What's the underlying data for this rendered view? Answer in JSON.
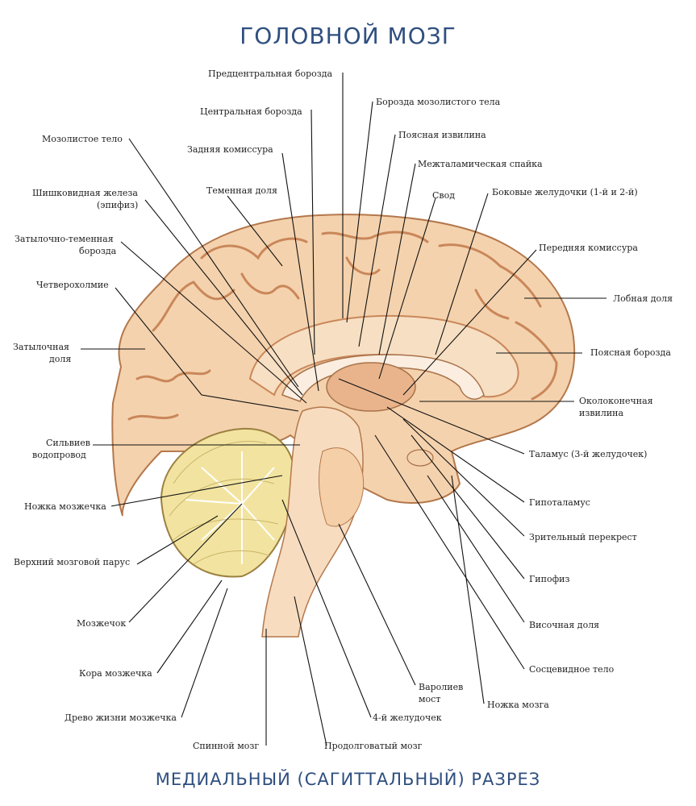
{
  "title": "ГОЛОВНОЙ МОЗГ",
  "subtitle": "МЕДИАЛЬНЫЙ (САГИТТАЛЬНЫЙ) РАЗРЕЗ",
  "colors": {
    "heading": "#2f4f7f",
    "cortex": "#f4d2ad",
    "cortex_dark": "#d59a6a",
    "cerebellum": "#f2e4a0",
    "cerebellum_lines": "#c9b46a",
    "brainstem": "#f7dcc0"
  },
  "labels": {
    "precentral_sulcus": "Предцентральная борозда",
    "central_sulcus": "Центральная борозда",
    "corpus_callosum_sulcus": "Борозда мозолистого тела",
    "cingulate_gyrus": "Поясная извилина",
    "corpus_callosum": "Мозолистое тело",
    "posterior_commissure": "Задняя комиссура",
    "interthalamic_adhesion": "Межталамическая спайка",
    "fornix": "Свод",
    "pineal_gland_1": "Шишковидная железа",
    "pineal_gland_2": "(эпифиз)",
    "parietal_lobe": "Теменная доля",
    "lateral_ventricles": "Боковые желудочки (1-й и 2-й)",
    "parieto_occipital_1": "Затылочно-теменная",
    "parieto_occipital_2": "борозда",
    "anterior_commissure": "Передняя комиссура",
    "quadrigemina": "Четверохолмие",
    "frontal_lobe": "Лобная доля",
    "occipital_lobe_1": "Затылочная",
    "occipital_lobe_2": "доля",
    "cingulate_sulcus": "Поясная борозда",
    "paraterminal_gyrus_1": "Околоконечная",
    "paraterminal_gyrus_2": "извилина",
    "sylvian_aqueduct_1": "Сильвиев",
    "sylvian_aqueduct_2": "водопровод",
    "thalamus": "Таламус (3-й желудочек)",
    "cerebellar_peduncle": "Ножка мозжечка",
    "hypothalamus": "Гипоталамус",
    "optic_chiasm": "Зрительный перекрест",
    "superior_velum": "Верхний мозговой парус",
    "pituitary": "Гипофиз",
    "temporal_lobe": "Височная доля",
    "cerebellum": "Мозжечок",
    "mammillary_body": "Сосцевидное тело",
    "cerebellar_cortex": "Кора мозжечка",
    "pons_1": "Варолиев",
    "pons_2": "мост",
    "cerebral_peduncle": "Ножка мозга",
    "arbor_vitae": "Древо жизни мозжечка",
    "fourth_ventricle": "4-й желудочек",
    "spinal_cord": "Спинной мозг",
    "medulla": "Продолговатый мозг"
  }
}
